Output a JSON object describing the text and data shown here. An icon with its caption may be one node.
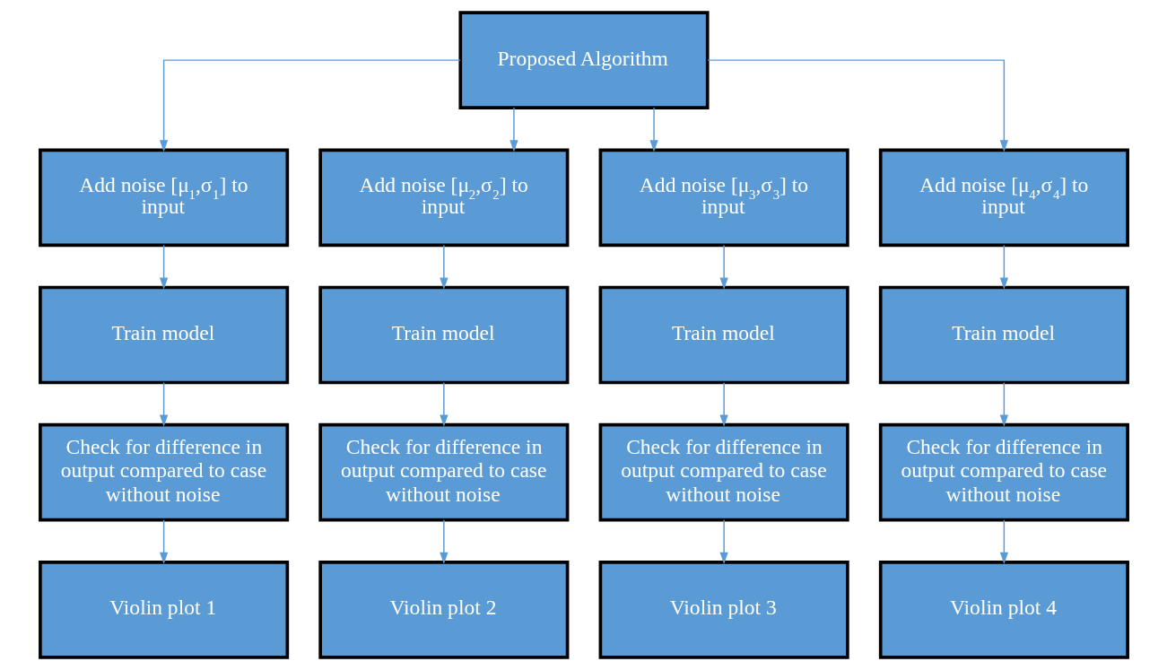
{
  "diagram": {
    "nodes": [
      {
        "text": [
          "Proposed Algorithm"
        ]
      },
      {
        "text": [
          "Add noise [μ$_{1}$,σ$_{1}$] to input"
        ]
      },
      {
        "text": [
          "Add noise [μ$_{2}$,σ$_{2}$] to input"
        ]
      },
      {
        "text": [
          "Add noise [μ$_{3}$,σ$_{3}$] to input"
        ]
      },
      {
        "text": [
          "Add noise [μ$_{4}$,σ$_{4}$] to input"
        ]
      },
      {
        "text": [
          "Train model"
        ]
      },
      {
        "text": [
          "Train model"
        ]
      },
      {
        "text": [
          "Train model"
        ]
      },
      {
        "text": [
          "Train model"
        ]
      },
      {
        "text": [
          "Check for difference in output compared to case without noise"
        ]
      },
      {
        "text": [
          "Check for difference in output compared to case without noise"
        ]
      },
      {
        "text": [
          "Check for difference in output compared to case without noise"
        ]
      },
      {
        "text": [
          "Check for difference in output compared to case without noise"
        ]
      },
      {
        "text": [
          "Violin plot 1"
        ]
      },
      {
        "text": [
          "Violin plot 2"
        ]
      },
      {
        "text": [
          "Violin plot 3"
        ]
      },
      {
        "text": [
          "Violin plot 4"
        ]
      }
    ],
    "edges": [
      {
        "from": 0,
        "to": 1,
        "arrow": "to"
      },
      {
        "from": 0,
        "to": 2,
        "arrow": "to"
      },
      {
        "from": 0,
        "to": 3,
        "arrow": "to"
      },
      {
        "from": 0,
        "to": 4,
        "arrow": "to"
      },
      {
        "from": 1,
        "to": 5,
        "arrow": "to"
      },
      {
        "from": 2,
        "to": 6,
        "arrow": "to"
      },
      {
        "from": 3,
        "to": 7,
        "arrow": "to"
      },
      {
        "from": 4,
        "to": 8,
        "arrow": "to"
      },
      {
        "from": 5,
        "to": 9,
        "arrow": "to"
      },
      {
        "from": 6,
        "to": 10,
        "arrow": "to"
      },
      {
        "from": 7,
        "to": 11,
        "arrow": "to"
      },
      {
        "from": 8,
        "to": 12,
        "arrow": "to"
      },
      {
        "from": 9,
        "to": 13,
        "arrow": "to"
      },
      {
        "from": 10,
        "to": 14,
        "arrow": "to"
      },
      {
        "from": 11,
        "to": 15,
        "arrow": "to"
      },
      {
        "from": 12,
        "to": 16,
        "arrow": "to"
      }
    ]
  }
}
